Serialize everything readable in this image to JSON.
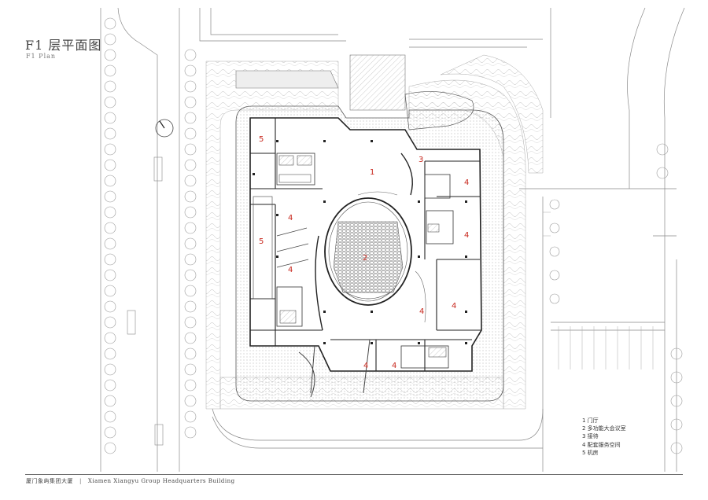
{
  "title": "F1 层平面图",
  "subtitle": "F1 Plan",
  "legend": [
    "1 门厅",
    "2 多功能大会议室",
    "3 接待",
    "4 配套服务空间",
    "5 机房"
  ],
  "footer": {
    "cn": "厦门象屿集团大厦",
    "separator": "|",
    "en": "Xiamen Xiangyu Group Headquarters Building"
  },
  "zone_labels": [
    "1",
    "2",
    "3",
    "4",
    "4",
    "4",
    "4",
    "4",
    "4",
    "4",
    "4",
    "5",
    "5"
  ],
  "colors": {
    "line": "#555555",
    "wall": "#222222",
    "label": "#c8281e",
    "paving": "#e9e9e9"
  }
}
